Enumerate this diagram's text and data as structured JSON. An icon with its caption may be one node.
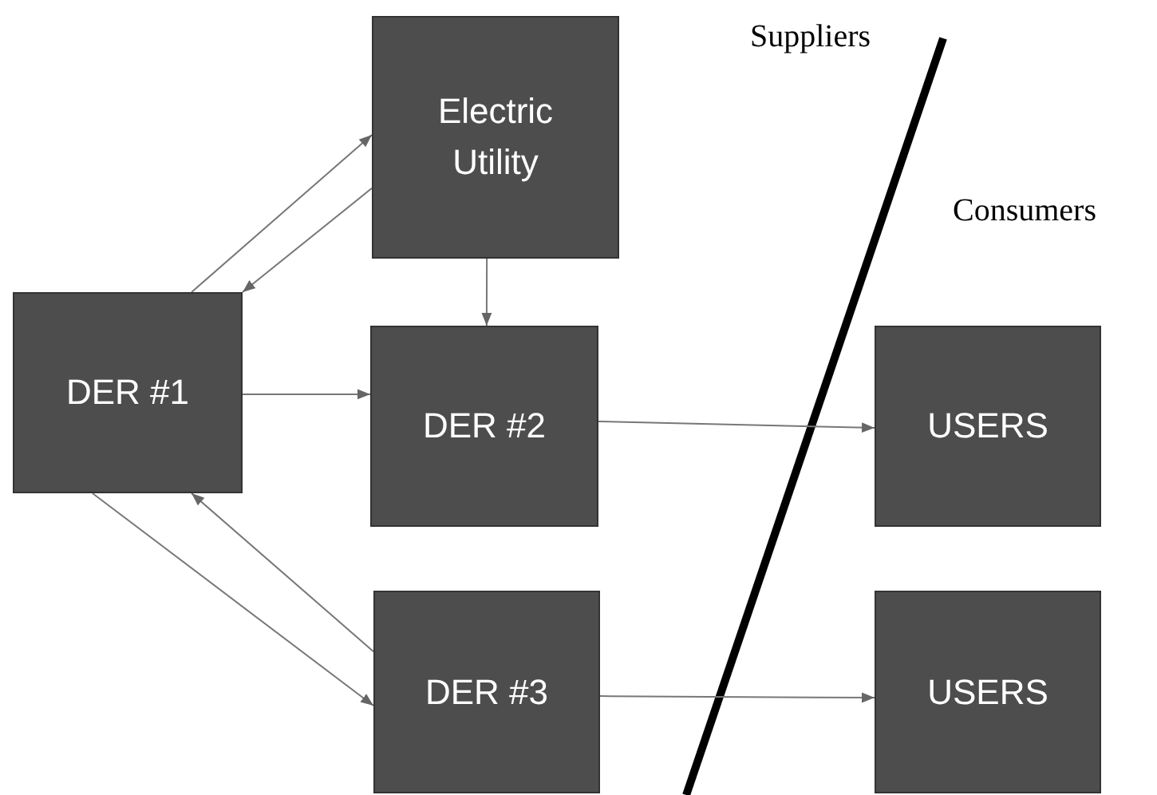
{
  "diagram": {
    "nodes": [
      {
        "text": [
          "Electric Utility"
        ]
      },
      {
        "text": [
          "DER #1"
        ]
      },
      {
        "text": [
          "DER #2"
        ]
      },
      {
        "text": [
          "USERS"
        ]
      },
      {
        "text": [
          "DER #3"
        ]
      },
      {
        "text": [
          "USERS"
        ]
      }
    ],
    "edges": [
      {
        "from": 1,
        "to": 0,
        "arrow": "to"
      },
      {
        "from": 0,
        "to": 1,
        "arrow": "to"
      },
      {
        "from": 0,
        "to": 2,
        "arrow": "to"
      },
      {
        "from": 1,
        "to": 2,
        "arrow": "to"
      },
      {
        "from": 2,
        "to": 3,
        "arrow": "to"
      },
      {
        "from": 1,
        "to": 4,
        "arrow": "to"
      },
      {
        "from": 4,
        "to": 1,
        "arrow": "to"
      },
      {
        "from": 4,
        "to": 5,
        "arrow": "to"
      }
    ],
    "labels": [
      "Suppliers",
      "Consumers"
    ]
  }
}
